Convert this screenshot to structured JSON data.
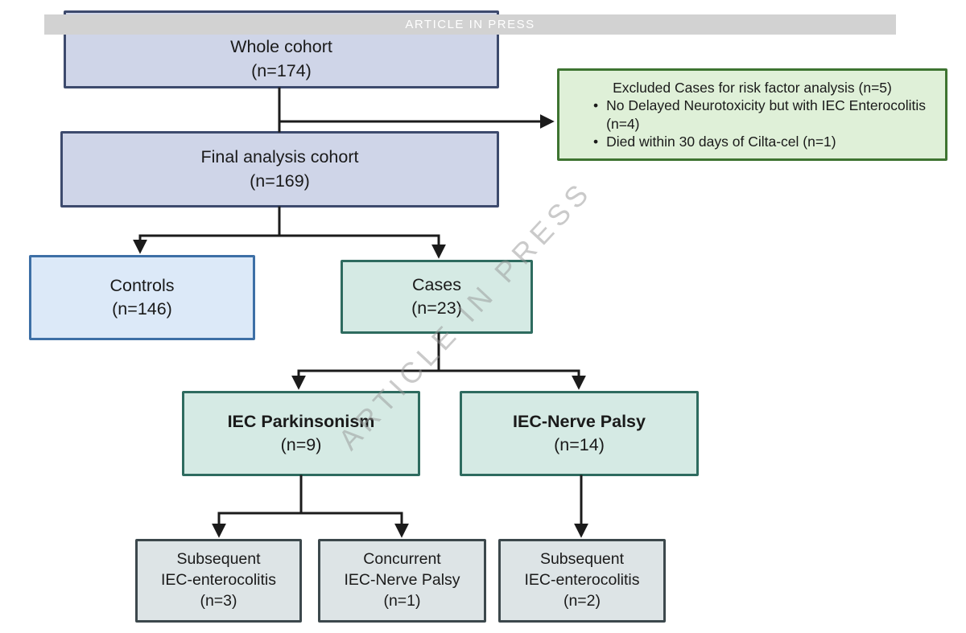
{
  "banner": {
    "label": "ARTICLE IN PRESS"
  },
  "watermark": {
    "label": "ARTICLE IN PRESS"
  },
  "palette": {
    "cohort_fill": "#cfd5e8",
    "cohort_border": "#3d4a6d",
    "controls_fill": "#dce9f8",
    "controls_border": "#3d6fa6",
    "cases_fill": "#d5eae4",
    "cases_border": "#2e6b5f",
    "excluded_fill": "#dff0d8",
    "excluded_border": "#3e7431",
    "outcome_fill": "#dde4e6",
    "outcome_border": "#3c484c",
    "line_color": "#1b1b1b",
    "banner_bg": "#d2d2d2"
  },
  "flowchart": {
    "nodes": {
      "whole_cohort": {
        "title": "Whole cohort",
        "count": "(n=174)"
      },
      "final_cohort": {
        "title": "Final analysis cohort",
        "count": "(n=169)"
      },
      "excluded": {
        "title": "Excluded Cases for risk factor analysis (n=5)",
        "bullet_glyph": "•",
        "bullets": [
          "No Delayed Neurotoxicity but with IEC Enterocolitis (n=4)",
          "Died within 30 days of Cilta-cel (n=1)"
        ]
      },
      "controls": {
        "title": "Controls",
        "count": "(n=146)"
      },
      "cases": {
        "title": "Cases",
        "count": "(n=23)"
      },
      "iec_parkinsonism": {
        "title": "IEC Parkinsonism",
        "count": "(n=9)"
      },
      "iec_nerve_palsy": {
        "title": "IEC-Nerve Palsy",
        "count": "(n=14)"
      },
      "subsequent_enterocolitis_after_parkinsonism": {
        "line1": "Subsequent",
        "line2": "IEC-enterocolitis",
        "count": "(n=3)"
      },
      "concurrent_nerve_palsy": {
        "line1": "Concurrent",
        "line2": "IEC-Nerve Palsy",
        "count": "(n=1)"
      },
      "subsequent_enterocolitis_after_palsy": {
        "line1": "Subsequent",
        "line2": "IEC-enterocolitis",
        "count": "(n=2)"
      }
    }
  }
}
